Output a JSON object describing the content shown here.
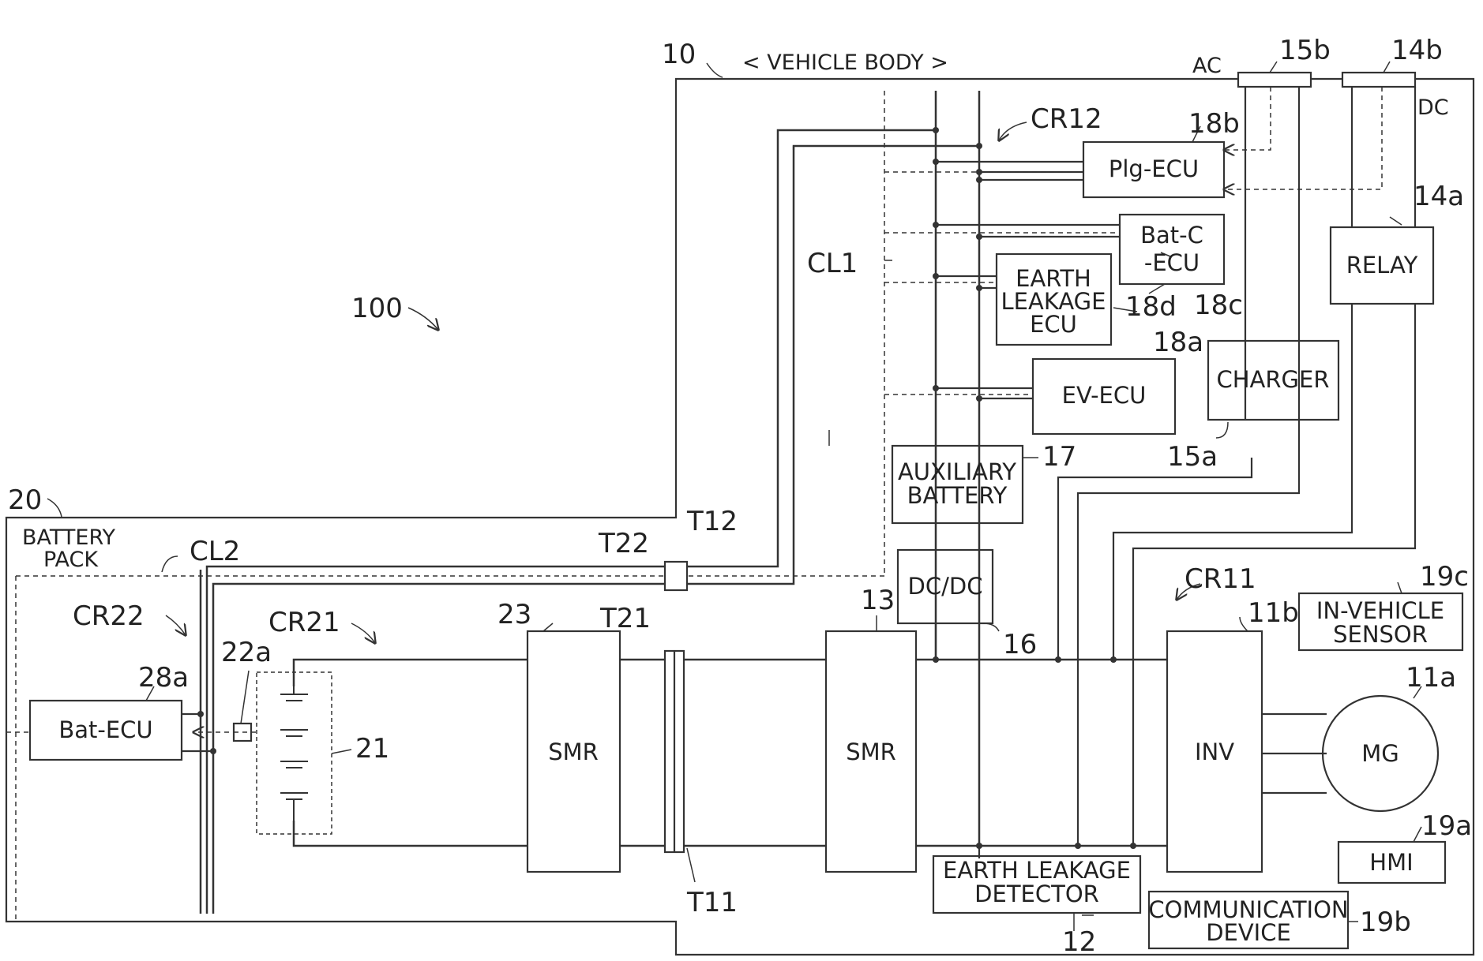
{
  "figure_ref": "100",
  "vehicle_body": {
    "ref": "10",
    "label": "< VEHICLE BODY >"
  },
  "battery_pack": {
    "ref": "20",
    "label_line1": "BATTERY",
    "label_line2": "PACK"
  },
  "components": {
    "plg_ecu": {
      "label": "Plg-ECU",
      "ref": "18b"
    },
    "bat_c_ecu": {
      "line1": "Bat-C",
      "line2": "-ECU",
      "ref": "18c"
    },
    "earth_leakage_ecu": {
      "line1": "EARTH",
      "line2": "LEAKAGE",
      "line3": "ECU",
      "ref": "18d"
    },
    "ev_ecu": {
      "label": "EV-ECU",
      "ref": "18a"
    },
    "relay": {
      "label": "RELAY",
      "ref": "14a"
    },
    "charger": {
      "label": "CHARGER",
      "ref": "15a"
    },
    "auxiliary_battery": {
      "line1": "AUXILIARY",
      "line2": "BATTERY",
      "ref": "17"
    },
    "dcdc": {
      "label": "DC/DC",
      "ref": "16"
    },
    "in_vehicle_sensor": {
      "line1": "IN-VEHICLE",
      "line2": "SENSOR",
      "ref": "19c"
    },
    "smr_vehicle": {
      "label": "SMR",
      "ref": "13"
    },
    "inv": {
      "label": "INV",
      "ref": "11b"
    },
    "mg": {
      "label": "MG",
      "ref": "11a"
    },
    "hmi": {
      "label": "HMI",
      "ref": "19a"
    },
    "earth_leakage_detector": {
      "line1": "EARTH LEAKAGE",
      "line2": "DETECTOR",
      "ref": "12"
    },
    "communication_device": {
      "line1": "COMMUNICATION",
      "line2": "DEVICE",
      "ref": "19b"
    },
    "bat_ecu": {
      "label": "Bat-ECU",
      "ref": "28a"
    },
    "smr_pack": {
      "label": "SMR",
      "ref": "23"
    },
    "battery_cells": {
      "ref": "21"
    },
    "sensor_22a": {
      "ref": "22a"
    }
  },
  "inlets": {
    "ac_label": "AC",
    "ac_ref": "15b",
    "dc_label": "DC",
    "dc_ref": "14b"
  },
  "lines": {
    "cr12": "CR12",
    "cl1": "CL1",
    "cr11": "CR11",
    "cl2": "CL2",
    "cr22": "CR22",
    "cr21": "CR21"
  },
  "terminals": {
    "t12": "T12",
    "t22": "T22",
    "t21": "T21",
    "t11": "T11"
  }
}
